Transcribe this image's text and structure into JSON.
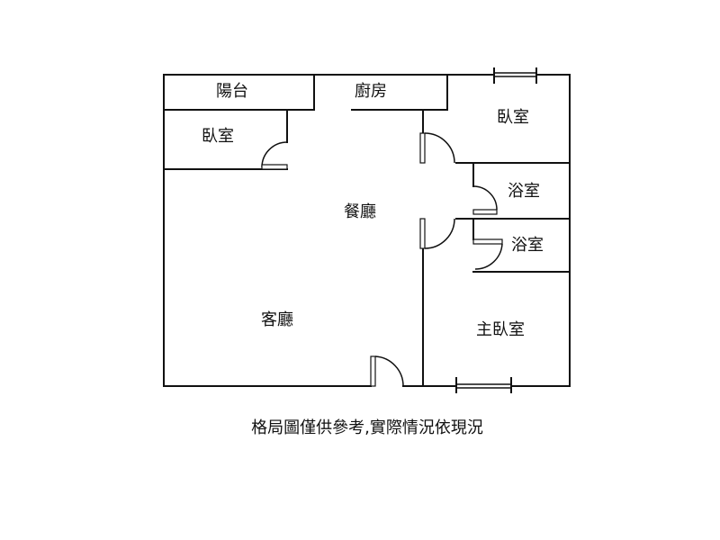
{
  "rooms": {
    "balcony": "陽台",
    "kitchen": "廚房",
    "bedroom_left": "臥室",
    "bedroom_right": "臥室",
    "dining": "餐廳",
    "bath_upper": "浴室",
    "bath_lower": "浴室",
    "living": "客廳",
    "master_bedroom": "主臥室"
  },
  "note": "格局圖僅供參考,實際情況依現況"
}
